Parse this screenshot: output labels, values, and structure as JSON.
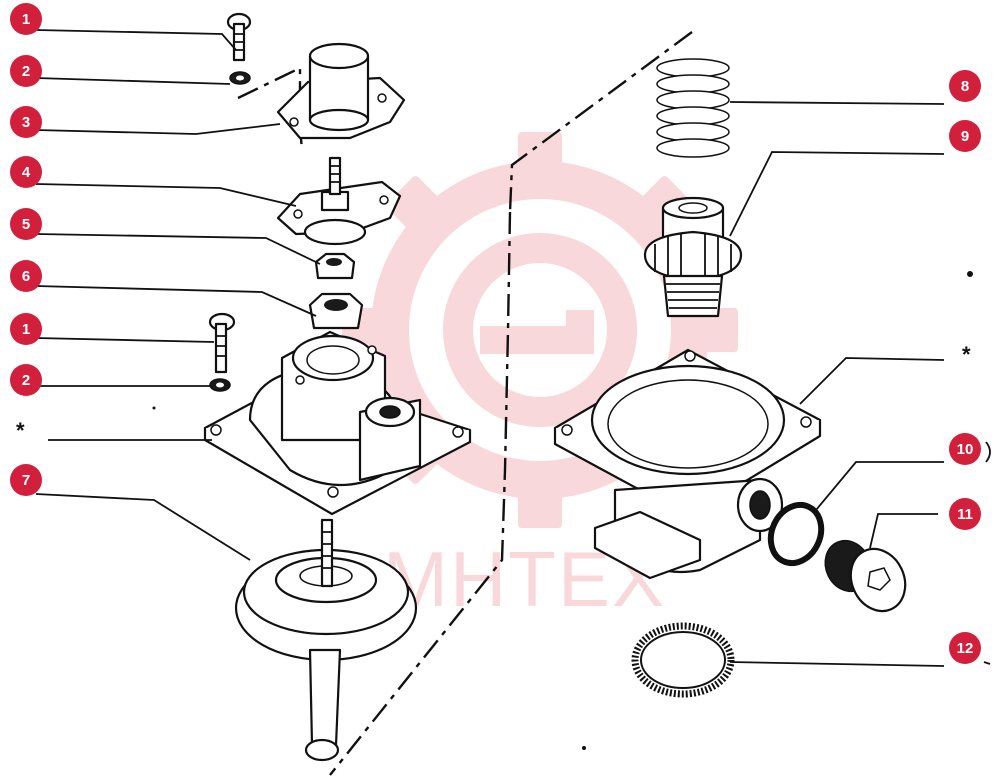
{
  "watermark": {
    "text": "МНТЕХ",
    "color": "#f3b9bd"
  },
  "badge_color": "#d21f3c",
  "callouts": [
    {
      "id": "callout-1-top",
      "label": "1"
    },
    {
      "id": "callout-2-top",
      "label": "2"
    },
    {
      "id": "callout-3",
      "label": "3"
    },
    {
      "id": "callout-4",
      "label": "4"
    },
    {
      "id": "callout-5",
      "label": "5"
    },
    {
      "id": "callout-6",
      "label": "6"
    },
    {
      "id": "callout-1-mid",
      "label": "1"
    },
    {
      "id": "callout-2-mid",
      "label": "2"
    },
    {
      "id": "callout-7",
      "label": "7"
    },
    {
      "id": "callout-8",
      "label": "8"
    },
    {
      "id": "callout-9",
      "label": "9"
    },
    {
      "id": "callout-10",
      "label": "10"
    },
    {
      "id": "callout-11",
      "label": "11"
    },
    {
      "id": "callout-12",
      "label": "12"
    }
  ],
  "star_marks": [
    {
      "id": "star-left",
      "label": "*"
    },
    {
      "id": "star-right",
      "label": "*"
    }
  ]
}
